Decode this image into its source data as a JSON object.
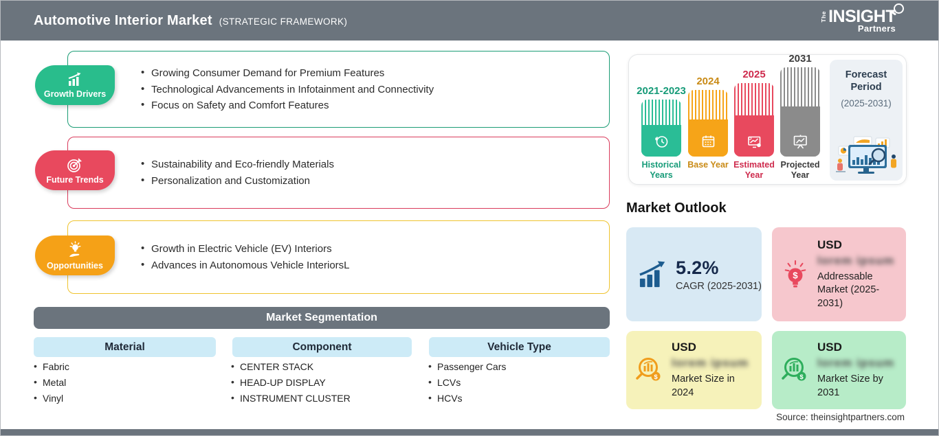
{
  "header": {
    "title": "Automotive Interior Market",
    "subtitle": "(STRATEGIC FRAMEWORK)",
    "logo": {
      "the": "The",
      "insight": "INSIGHT",
      "partners": "Partners"
    }
  },
  "sections": [
    {
      "label": "Growth Drivers",
      "icon": "bar-chart-rising-icon",
      "accent_color": "#29bd8c",
      "border_color": "#1a9c74",
      "bullets": [
        "Growing Consumer Demand for Premium Features",
        "Technological Advancements in Infotainment and Connectivity",
        "Focus on Safety and Comfort Features"
      ]
    },
    {
      "label": "Future Trends",
      "icon": "target-dart-icon",
      "accent_color": "#e8495e",
      "border_color": "#d93a5b",
      "bullets": [
        "Sustainability and Eco-friendly Materials",
        "Personalization and Customization"
      ]
    },
    {
      "label": "Opportunities",
      "icon": "hand-lightbulb-icon",
      "accent_color": "#f5a117",
      "border_color": "#efc32d",
      "bullets": [
        "Growth in Electric Vehicle (EV) Interiors",
        "Advances in Autonomous Vehicle InteriorsL"
      ]
    }
  ],
  "segmentation": {
    "title": "Market Segmentation",
    "columns": [
      {
        "header": "Material",
        "items": [
          "Fabric",
          "Metal",
          "Vinyl"
        ]
      },
      {
        "header": "Component",
        "items": [
          "CENTER STACK",
          "HEAD-UP DISPLAY",
          "INSTRUMENT CLUSTER"
        ]
      },
      {
        "header": "Vehicle Type",
        "items": [
          "Passenger Cars",
          "LCVs",
          "HCVs"
        ]
      }
    ]
  },
  "timeline": {
    "bars": [
      {
        "year": "2021-2023",
        "label": "Historical Years",
        "color": "#2abd96",
        "icon": "clock-history-icon"
      },
      {
        "year": "2024",
        "label": "Base Year",
        "color": "#f6a418",
        "icon": "calendar-icon"
      },
      {
        "year": "2025",
        "label": "Estimated Year",
        "color": "#e8495e",
        "icon": "forecast-monitor-icon"
      },
      {
        "year": "2031",
        "label": "Projected Year",
        "color": "#8b8b8b",
        "icon": "presentation-chart-icon"
      }
    ],
    "forecast": {
      "title": "Forecast Period",
      "range": "(2025-2031)",
      "icon": "analytics-illustration"
    }
  },
  "outlook": {
    "title": "Market Outlook",
    "cards": [
      {
        "value": "5.2%",
        "label": "CAGR (2025-2031)",
        "bg": "#d8e9f4",
        "icon": "bar-growth-arrow-icon"
      },
      {
        "currency": "USD",
        "blurred_value": "lorem ipsum",
        "label": "Addressable Market (2025-2031)",
        "bg": "#f6c7cd",
        "icon": "lightbulb-dollar-icon"
      },
      {
        "currency": "USD",
        "blurred_value": "lorem ipsum",
        "label": "Market Size in 2024",
        "bg": "#f6f2ba",
        "icon": "magnifier-chart-dollar-icon-orange"
      },
      {
        "currency": "USD",
        "blurred_value": "lorem ipsum",
        "label": "Market Size by 2031",
        "bg": "#b7ecc8",
        "icon": "magnifier-chart-dollar-icon-green"
      }
    ],
    "source": "Source: theinsightpartners.com"
  },
  "colors": {
    "header_bar": "#6b747d",
    "teal": "#29bd8c",
    "red": "#e8495e",
    "orange": "#f5a117",
    "pill_blue": "#cdebf7",
    "cagr_navy": "#16294b"
  }
}
